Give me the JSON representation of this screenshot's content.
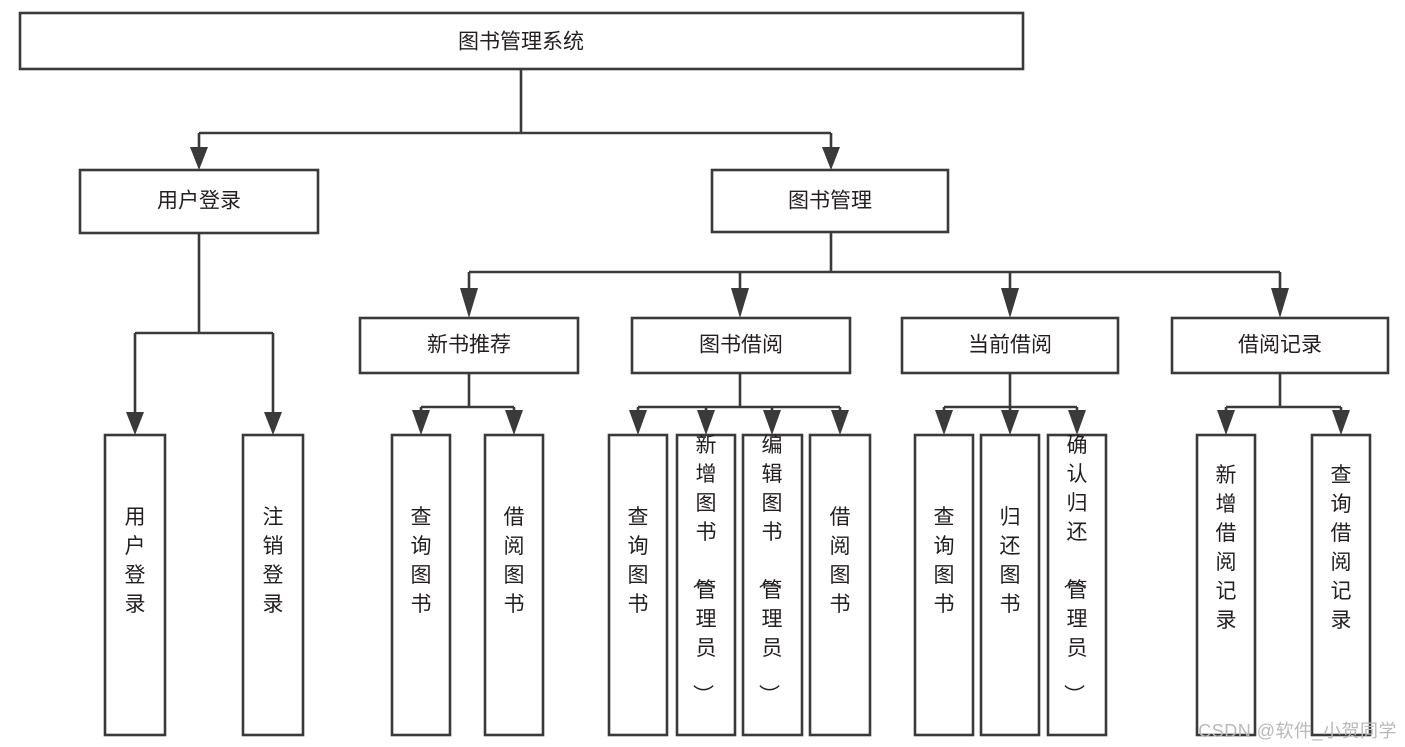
{
  "diagram": {
    "type": "tree-hierarchy",
    "title": "图书管理系统",
    "watermark": "CSDN @软件_小贺同学",
    "colors": {
      "stroke": "#3a3a3a",
      "fill": "#ffffff",
      "text": "#231f20",
      "watermark": "#b9b9b9"
    },
    "root": {
      "label": "图书管理系统",
      "orientation": "horizontal"
    },
    "level2": [
      {
        "label": "用户登录",
        "orientation": "horizontal"
      },
      {
        "label": "图书管理",
        "orientation": "horizontal"
      }
    ],
    "level3": [
      {
        "label": "新书推荐",
        "orientation": "horizontal",
        "parent": "图书管理"
      },
      {
        "label": "图书借阅",
        "orientation": "horizontal",
        "parent": "图书管理"
      },
      {
        "label": "当前借阅",
        "orientation": "horizontal",
        "parent": "图书管理"
      },
      {
        "label": "借阅记录",
        "orientation": "horizontal",
        "parent": "图书管理"
      }
    ],
    "leaves": {
      "用户登录": [
        {
          "label": "用户登录",
          "orientation": "vertical"
        },
        {
          "label": "注销登录",
          "orientation": "vertical"
        }
      ],
      "新书推荐": [
        {
          "label": "查询图书",
          "orientation": "vertical"
        },
        {
          "label": "借阅图书",
          "orientation": "vertical"
        }
      ],
      "图书借阅": [
        {
          "label": "查询图书",
          "orientation": "vertical"
        },
        {
          "label": "新增图书（管理员）",
          "orientation": "vertical"
        },
        {
          "label": "编辑图书（管理员）",
          "orientation": "vertical"
        },
        {
          "label": "借阅图书",
          "orientation": "vertical"
        }
      ],
      "当前借阅": [
        {
          "label": "查询图书",
          "orientation": "vertical"
        },
        {
          "label": "归还图书",
          "orientation": "vertical"
        },
        {
          "label": "确认归还（管理员）",
          "orientation": "vertical"
        }
      ],
      "借阅记录": [
        {
          "label": "新增借阅记录",
          "orientation": "vertical"
        },
        {
          "label": "查询借阅记录",
          "orientation": "vertical"
        }
      ]
    }
  }
}
